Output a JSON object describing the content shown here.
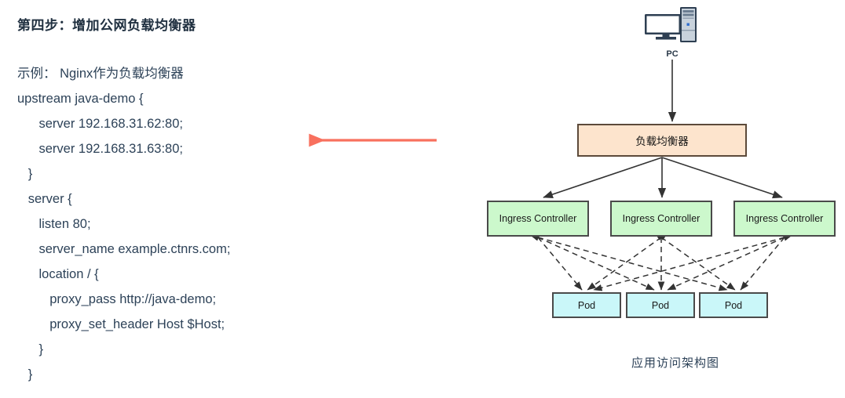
{
  "left_pane": {
    "heading": "第四步：增加公网负载均衡器",
    "code_lines": [
      "示例： Nginx作为负载均衡器",
      "upstream java-demo {",
      "      server 192.168.31.62:80;",
      "      server 192.168.31.63:80;",
      "   }",
      "   server {",
      "      listen 80;",
      "      server_name example.ctnrs.com;",
      "      location / {",
      "         proxy_pass http://java-demo;",
      "         proxy_set_header Host $Host;",
      "      }",
      "   }"
    ]
  },
  "diagram": {
    "caption": "应用访问架构图",
    "pc": {
      "label": "PC",
      "icon": "desktop-computer-icon"
    },
    "load_balancer": {
      "label": "负载均衡器",
      "fill": "#fde4cd",
      "stroke": "#5c4a3a"
    },
    "ingress_controllers": [
      {
        "label": "Ingress Controller"
      },
      {
        "label": "Ingress Controller"
      },
      {
        "label": "Ingress Controller"
      }
    ],
    "ingress_style": {
      "fill": "#ccf8cc",
      "stroke": "#4a4a4a"
    },
    "pods": [
      {
        "label": "Pod"
      },
      {
        "label": "Pod"
      },
      {
        "label": "Pod"
      }
    ],
    "pod_style": {
      "fill": "#caf7f9",
      "stroke": "#4a4a4a"
    },
    "highlight_arrow": {
      "name": "red-pointer-arrow",
      "color": "#f8705e",
      "direction": "left"
    },
    "edge_style": {
      "solid_color": "#333333",
      "dashed_color": "#333333",
      "dash_pattern": "7 5"
    }
  }
}
